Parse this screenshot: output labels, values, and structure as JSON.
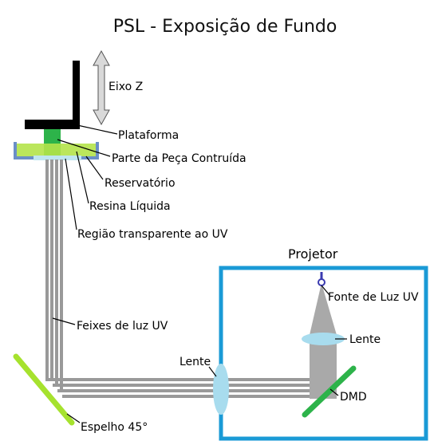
{
  "title": "PSL - Exposição de Fundo",
  "labels": {
    "eixo_z": "Eixo Z",
    "plataforma": "Plataforma",
    "parte_peca": "Parte da Peça Contruída",
    "reservatorio": "Reservatório",
    "resina": "Resina Líquida",
    "regiao": "Região transparente ao UV",
    "feixes": "Feixes de luz UV",
    "espelho": "Espelho 45°",
    "lente_left": "Lente",
    "projetor": "Projetor",
    "fonte": "Fonte de Luz UV",
    "lente_right": "Lente",
    "dmd": "DMD"
  },
  "colors": {
    "projector_box": "#1a9ad6",
    "mirror": "#a6e22e",
    "dmd": "#2db34a",
    "part": "#2db34a",
    "resin": "#b4e34a",
    "lens": "#a8dcee",
    "beam": "#999999",
    "platform": "#000000",
    "reservoir": "#6b8fc7",
    "source": "#3a3ab0"
  }
}
